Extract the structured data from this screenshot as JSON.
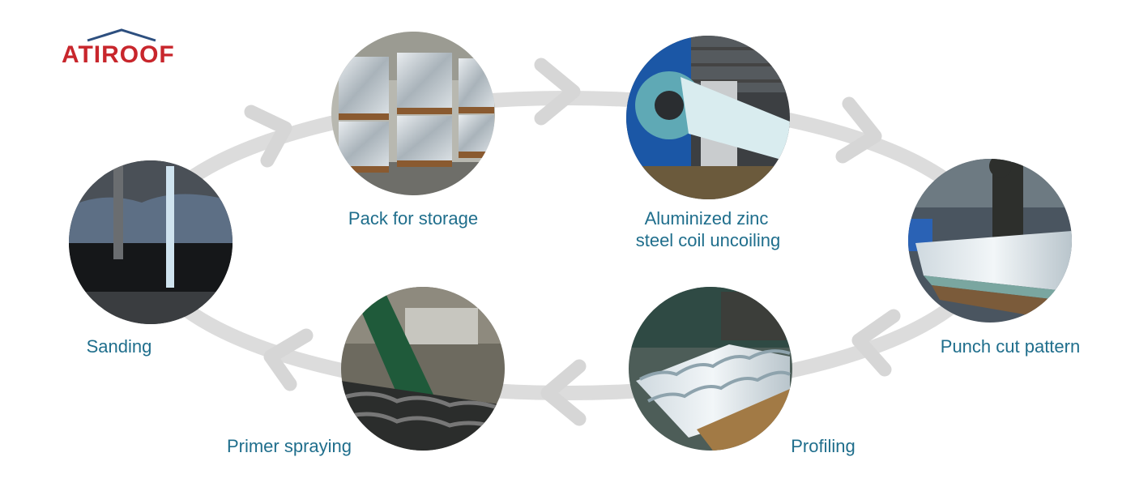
{
  "logo": {
    "text": "ATIROOF",
    "color": "#c8262c",
    "roof_color": "#2d4f7f"
  },
  "steps": [
    {
      "label_lines": [
        "Pack for storage"
      ],
      "photo": "stacked-pallets-photo"
    },
    {
      "label_lines": [
        "Aluminized zinc",
        "steel coil uncoiling"
      ],
      "photo": "steel-coil-photo"
    },
    {
      "label_lines": [
        "Punch cut pattern"
      ],
      "photo": "punched-sheets-photo"
    },
    {
      "label_lines": [
        "Profiling"
      ],
      "photo": "profiled-tiles-photo"
    },
    {
      "label_lines": [
        "Primer spraying"
      ],
      "photo": "spray-line-photo"
    },
    {
      "label_lines": [
        "Sanding"
      ],
      "photo": "sanding-machine-photo"
    }
  ],
  "colors": {
    "label": "#1f6e8c",
    "cycle": "#dcdcdc"
  },
  "cycle_arrows": [
    {
      "name": "arrow-sanding-to-pack",
      "icon": "chevron-right"
    },
    {
      "name": "arrow-pack-to-uncoil",
      "icon": "chevron-right"
    },
    {
      "name": "arrow-uncoil-to-punch",
      "icon": "chevron-right"
    },
    {
      "name": "arrow-punch-to-profiling",
      "icon": "chevron-left"
    },
    {
      "name": "arrow-profiling-to-primer",
      "icon": "chevron-left"
    },
    {
      "name": "arrow-primer-to-sanding",
      "icon": "chevron-left"
    }
  ]
}
